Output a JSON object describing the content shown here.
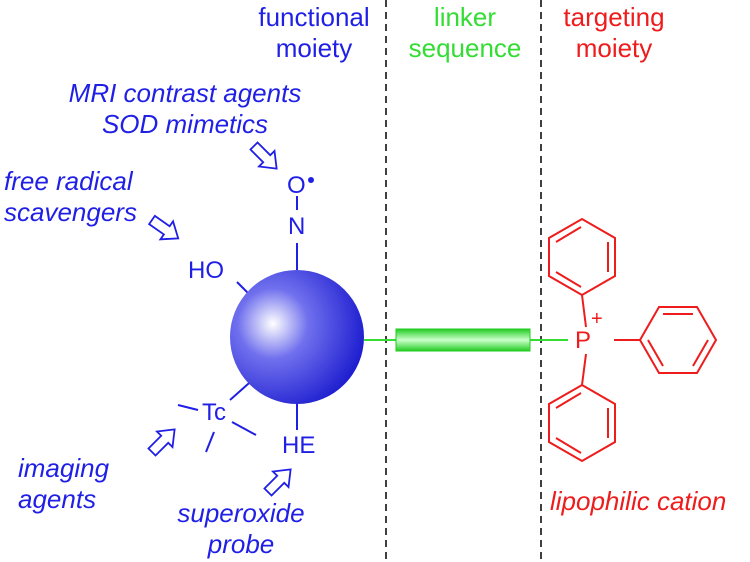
{
  "headers": {
    "functional": [
      "functional",
      "moiety"
    ],
    "linker": [
      "linker",
      "sequence"
    ],
    "targeting": [
      "targeting",
      "moiety"
    ]
  },
  "applications": {
    "mri": [
      "MRI contrast agents",
      "SOD mimetics"
    ],
    "radical": [
      "free radical",
      "scavengers"
    ],
    "imaging": [
      "imaging",
      "agents"
    ],
    "superoxide": [
      "superoxide",
      "probe"
    ]
  },
  "groups": {
    "oxygen": "O",
    "nitrogen": "N",
    "hydroxyl": "HO",
    "technetium": "Tc",
    "ethidium": "HE",
    "phosphorus": "P",
    "charge": "+"
  },
  "cation_label": "lipophilic cation",
  "colors": {
    "functional": "#1f1fe6",
    "linker": "#33dd33",
    "targeting": "#ee1c1c"
  }
}
